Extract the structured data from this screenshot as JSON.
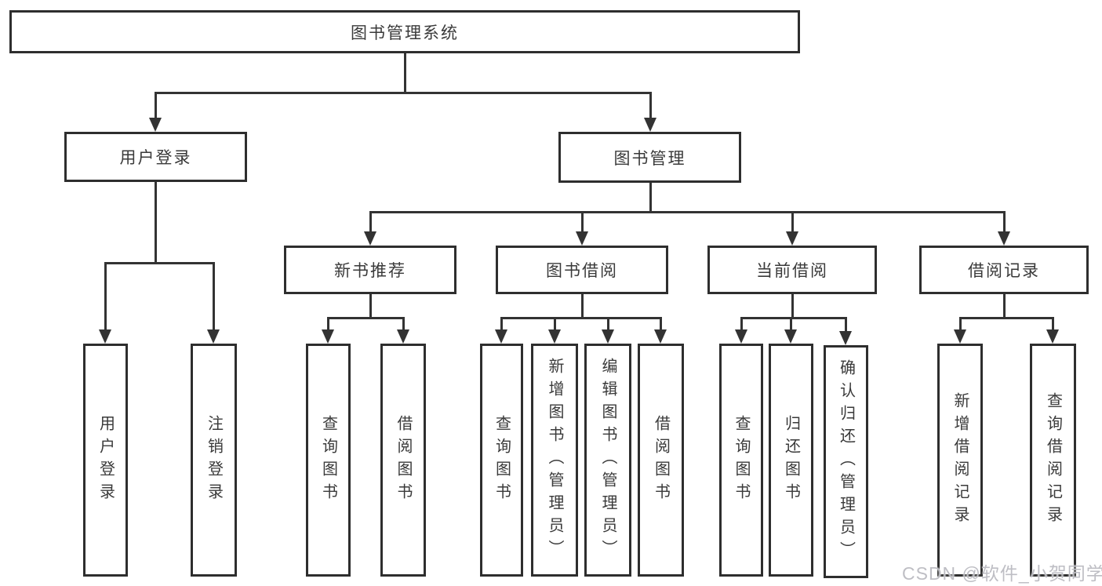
{
  "root_label": "图书管理系统",
  "user_login": {
    "label": "用户登录",
    "children": [
      "用户登录",
      "注销登录"
    ]
  },
  "book_management": {
    "label": "图书管理",
    "groups": [
      {
        "label": "新书推荐",
        "children": [
          "查询图书",
          "借阅图书"
        ]
      },
      {
        "label": "图书借阅",
        "children": [
          "查询图书",
          "新增图书（管理员）",
          "编辑图书（管理员）",
          "借阅图书"
        ]
      },
      {
        "label": "当前借阅",
        "children": [
          "查询图书",
          "归还图书",
          "确认归还（管理员）"
        ]
      },
      {
        "label": "借阅记录",
        "children": [
          "新增借阅记录",
          "查询借阅记录"
        ]
      }
    ]
  },
  "watermark": {
    "text": "CSDN @软件_小贺同学"
  },
  "colors": {
    "line": "#333333",
    "box_border": "#2e2e2e",
    "text": "#3a3a3a",
    "background": "#ffffff",
    "watermark": "#bababf"
  }
}
